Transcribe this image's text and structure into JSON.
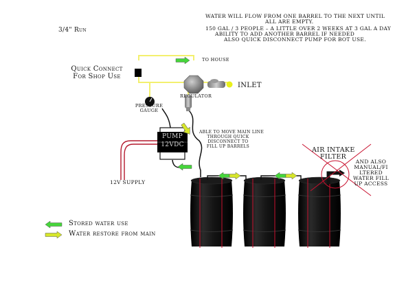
{
  "notes": {
    "run_label": "3/4\" Run",
    "top_note": [
      "WATER WILL FLOW FROM ONE BARREL TO THE NEXT UNTIL",
      "ALL ARE EMPTY.",
      "150 GAL / 3 PEOPLE – A LITTLE OVER 2 WEEKS AT 3 GAL A DAY",
      "ABILITY TO ADD ANOTHER BARREL IF NEEDED",
      "ALSO QUICK DISCONNECT PUMP FOR BOT USE."
    ]
  },
  "labels": {
    "to_house": "TO HOUSE",
    "quick_connect": [
      "Quick Connect",
      "For Shop Use"
    ],
    "inlet": "INLET",
    "regulator": "REGULATOR",
    "pressure_gauge": [
      "PRESSURE",
      "GAUGE"
    ],
    "pump": [
      "PUMP",
      "12VDC"
    ],
    "main_line_note": [
      "ABLE TO MOVE MAIN LINE",
      "THROUGH QUICK",
      "DISCONNECT TO",
      "FILL UP BARRELS"
    ],
    "supply": "12V SUPPLY",
    "air_intake": [
      "AIR INTAKE",
      "FILTER"
    ],
    "side_note": [
      "AND ALSO",
      "MANUAL/FI",
      "LTERED",
      "WATER FILL",
      "UP ACCESS"
    ]
  },
  "legend": {
    "stored": "Stored water use",
    "restore": "Water restore from main"
  },
  "colors": {
    "pipe": "#f3f06e",
    "arrow_fill": "#46d63b",
    "arrow_restore": "#d6e62a",
    "divider": "#c8102e",
    "barrel": "#0c0c0c"
  }
}
